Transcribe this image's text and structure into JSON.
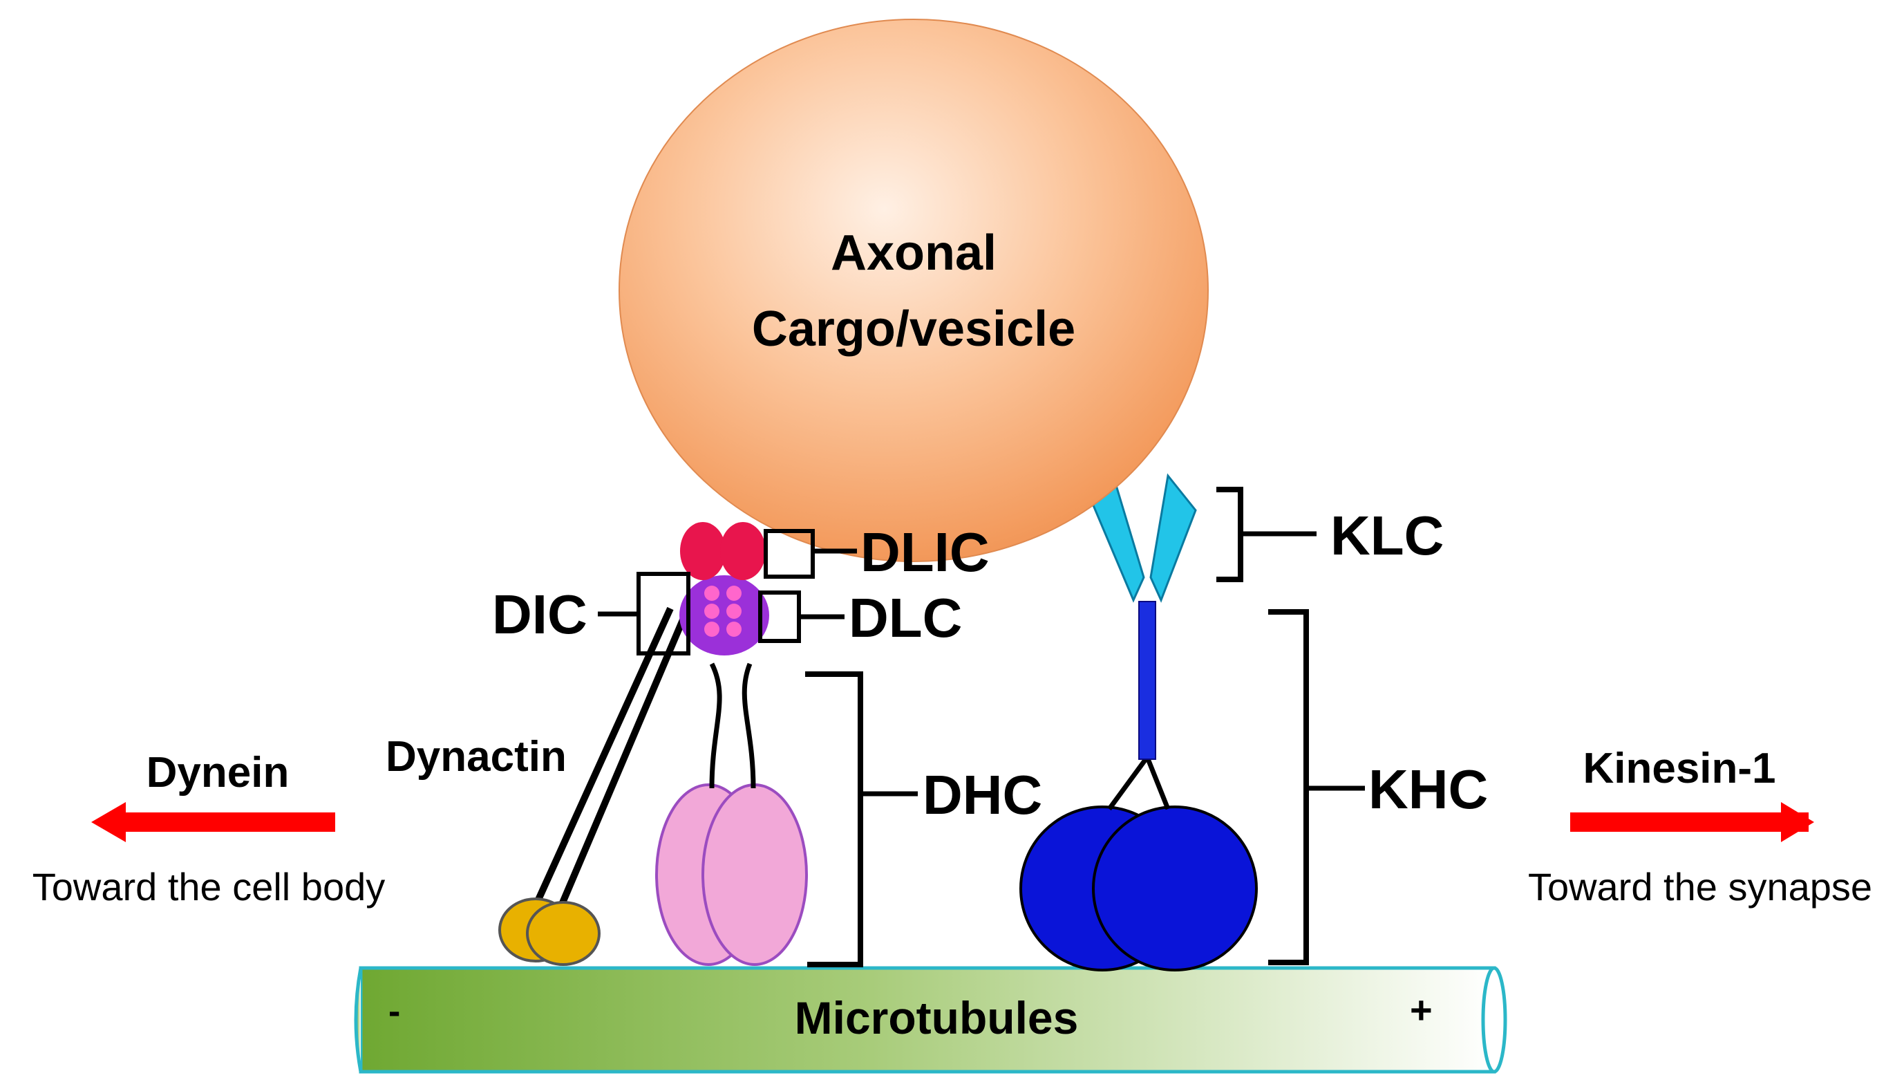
{
  "labels": {
    "cargo_line1": "Axonal",
    "cargo_line2": "Cargo/vesicle",
    "dlic": "DLIC",
    "dic": "DIC",
    "dlc": "DLC",
    "dynactin": "Dynactin",
    "dhc": "DHC",
    "klc": "KLC",
    "khc": "KHC",
    "dynein": "Dynein",
    "dynein_direction": "Toward the cell body",
    "kinesin": "Kinesin-1",
    "kinesin_direction": "Toward the synapse",
    "microtubules": "Microtubules",
    "minus_end": "-",
    "plus_end": "+"
  },
  "colors": {
    "cargo": "#f6a56a",
    "dlic": "#e8154d",
    "dlc_body": "#9b30d9",
    "dlc_spots": "#ff66cc",
    "dhc_motor": "#f2a8d8",
    "dynactin_foot": "#e8b100",
    "klc": "#22c4e8",
    "khc_stalk": "#1a2ee0",
    "khc_motor": "#0a14d8",
    "arrow": "#ff0000",
    "microtubule_start": "#6fa832",
    "microtubule_end": "#ffffff",
    "microtubule_outline": "#2bb7c8"
  }
}
